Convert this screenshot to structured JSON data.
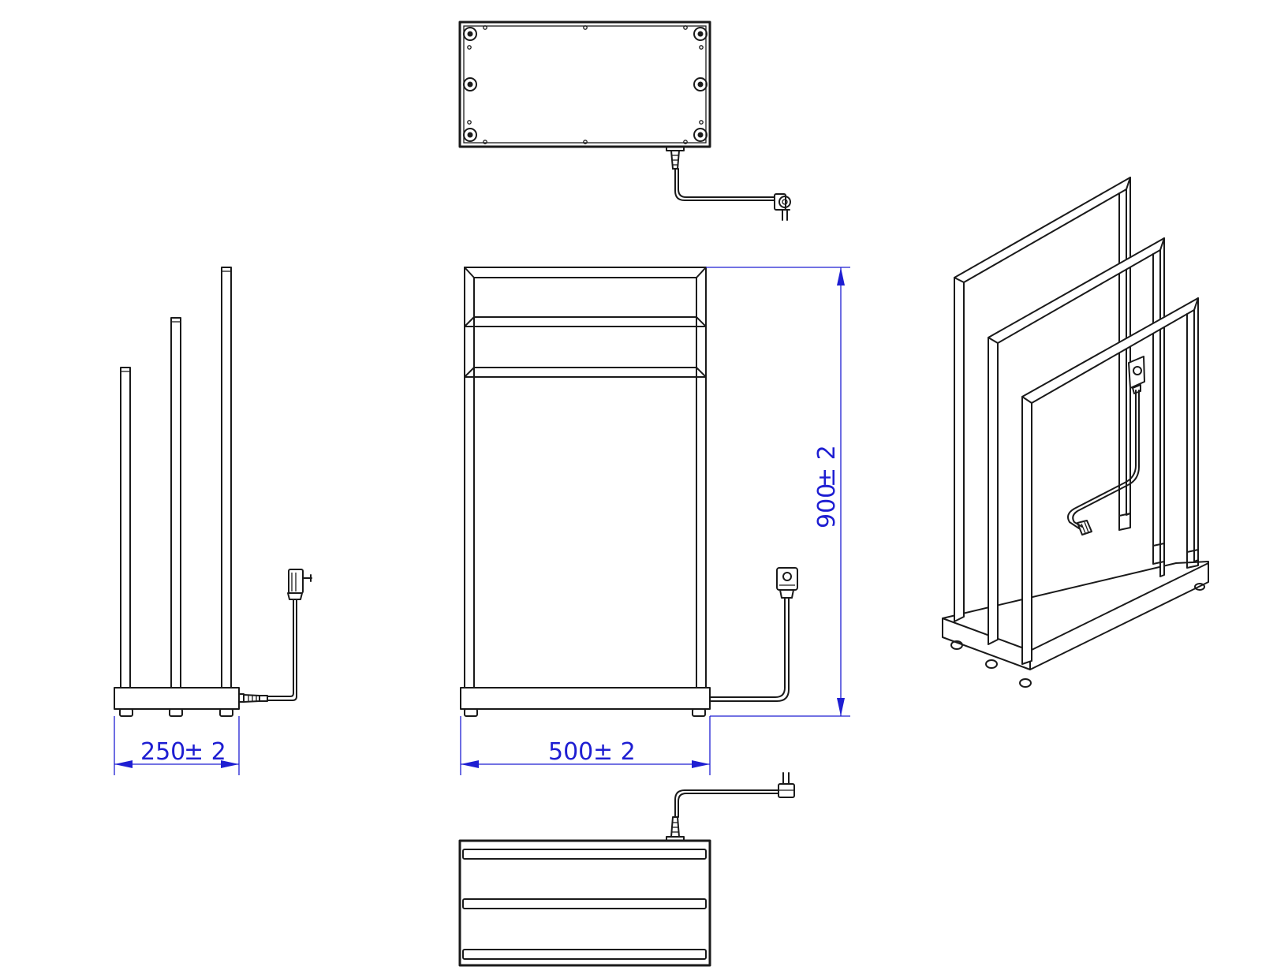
{
  "dimensions": {
    "depth": {
      "value": "250",
      "tolerance": "± 2"
    },
    "width": {
      "value": "500",
      "tolerance": "± 2"
    },
    "height": {
      "value": "900",
      "tolerance": "± 2"
    }
  },
  "colors": {
    "line": "#1a1a1a",
    "dimension": "#1e1ed2",
    "background": "#ffffff"
  }
}
